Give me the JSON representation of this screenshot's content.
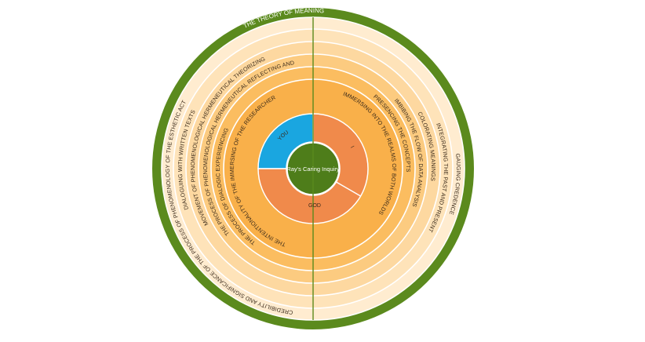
{
  "diagram": {
    "title": "THE THEORY OF MEANING",
    "center_label": "Ray's Caring Inquiry",
    "segments": {
      "you": "YOU",
      "i": "I",
      "god": "GOD"
    },
    "left_rings": [
      "THE INTENTIONALITY OF THE IMMERSING OF THE RESEARCHER",
      "THE PROCESS OF DIALOGIC EXPERIENCING",
      "THE PROCESS OF PHENOMENOLOGICAL HERMENEUTICAL REFLECTING AND TRANSFORMING",
      "MOVEMENT OF PHENOMENOLOGICAL HERMENEUTICAL THEORIZING",
      "DIALOGUING WITH WRITTEN TEXTS",
      "CREDIBILITY AND SIGNIFICANCE OF THE PROCESS OF PHENOMENOLOGY OF THE ESTHETIC ACT"
    ],
    "right_rings": [
      "IMMERSING INTO THE REALMS OF BOTH WORLDS",
      "PRESENCING THE CONCEPTS",
      "IMBIBING THE FLOW OF DATA ANALYSIS",
      "COLORATING MEANINGS",
      "INTEGRATING THE PAST AND PRESENT CONTEXTS",
      "GAUGING CREDENCE"
    ],
    "colors": {
      "outer_frame": "#5b8a1d",
      "center": "#4e7d1a",
      "you_segment": "#1aa6e0",
      "i_god_segment": "#f08a4b",
      "rings": [
        "#f9b04a",
        "#fbbd60",
        "#fccb80",
        "#fdd8a0",
        "#fee3b9",
        "#ffecd0"
      ]
    }
  }
}
